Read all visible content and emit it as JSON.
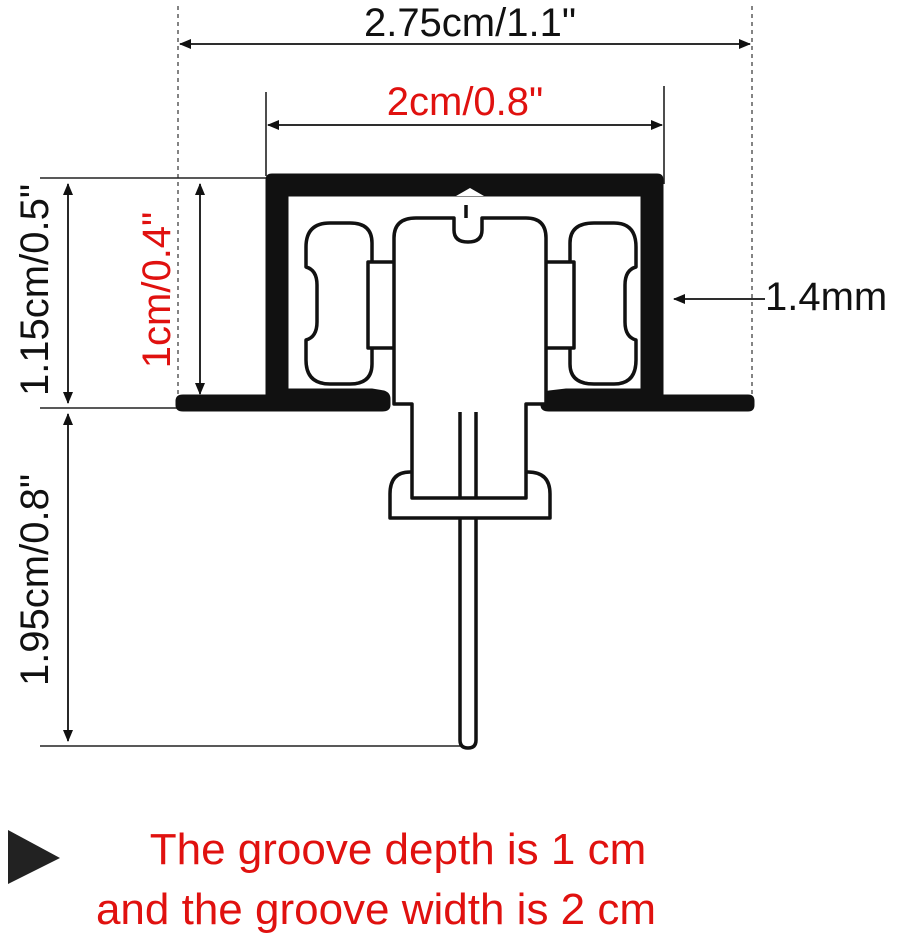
{
  "dimensions": {
    "outer_width": "2.75cm/1.1\"",
    "groove_width": "2cm/0.8\"",
    "total_height": "1.15cm/0.5\"",
    "groove_depth": "1cm/0.4\"",
    "wall_thickness": "1.4mm",
    "hanger_length": "1.95cm/0.8\""
  },
  "caption": {
    "line1": "The groove depth is 1 cm",
    "line2": "and the groove width is 2 cm"
  },
  "colors": {
    "accent": "#e0110f",
    "ink": "#111111"
  },
  "icons": {
    "bullet": "play-triangle-icon"
  }
}
